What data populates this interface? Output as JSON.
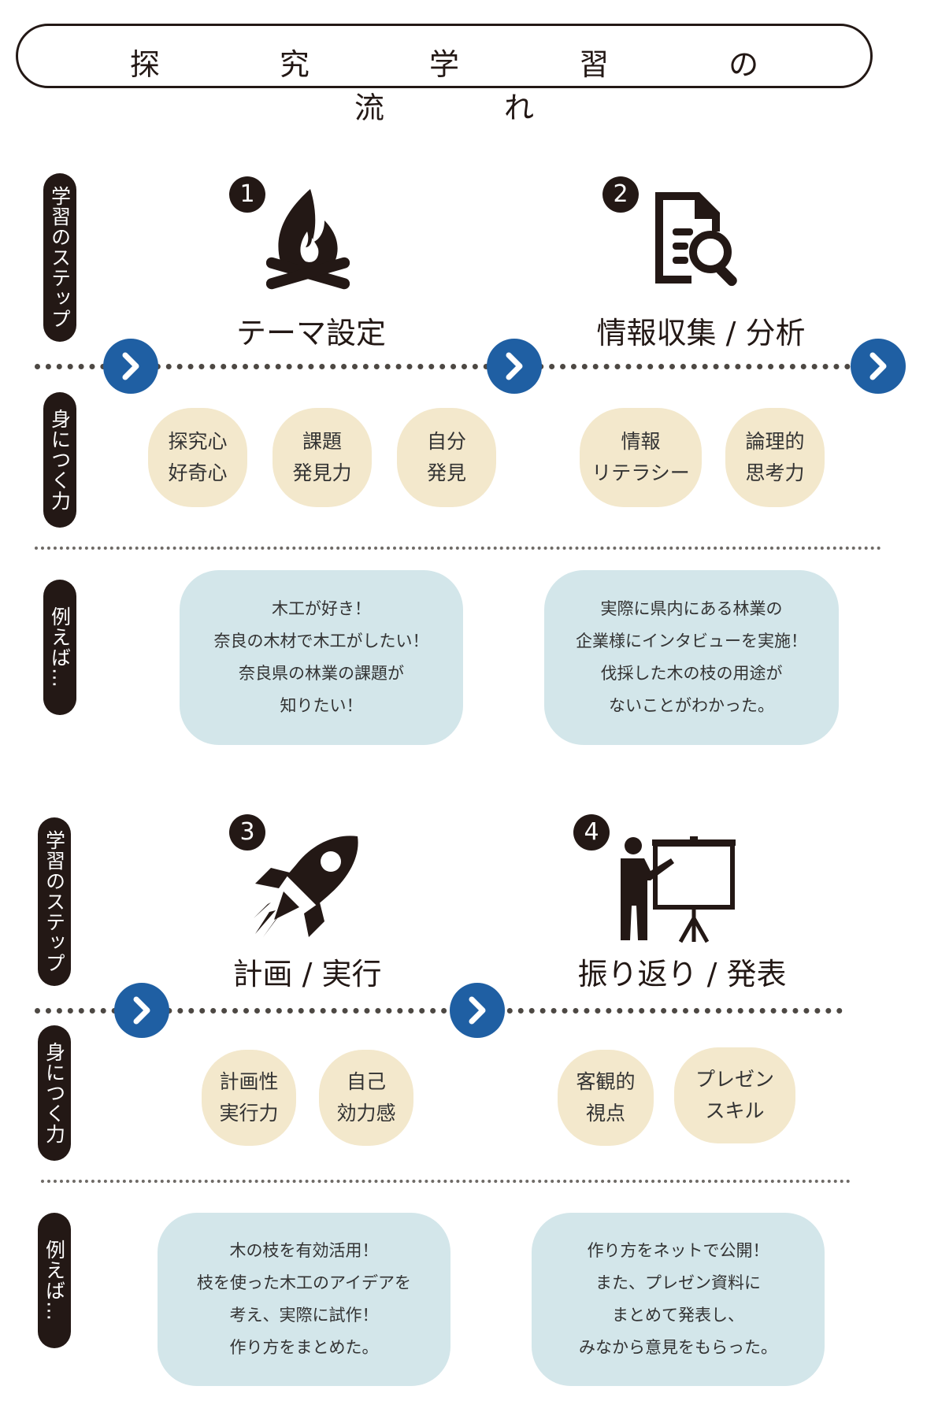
{
  "title": "探 究 学 習 の 流 れ",
  "labels": {
    "step": "学習のステップ",
    "skill": "身につく力",
    "example": "例えば…"
  },
  "steps": [
    {
      "number": "1",
      "icon": "campfire-icon",
      "title": "テーマ設定",
      "skills": [
        [
          "探究心",
          "好奇心"
        ],
        [
          "課題",
          "発見力"
        ],
        [
          "自分",
          "発見"
        ]
      ],
      "example": [
        "木工が好き！",
        "奈良の木材で木工がしたい！",
        "奈良県の林業の課題が",
        "知りたい！"
      ]
    },
    {
      "number": "2",
      "icon": "document-search-icon",
      "title": "情報収集 / 分析",
      "skills": [
        [
          "情報",
          "リテラシー"
        ],
        [
          "論理的",
          "思考力"
        ]
      ],
      "example": [
        "実際に県内にある林業の",
        "企業様にインタビューを実施！",
        "伐採した木の枝の用途が",
        "ないことがわかった。"
      ]
    },
    {
      "number": "3",
      "icon": "rocket-icon",
      "title": "計画 / 実行",
      "skills": [
        [
          "計画性",
          "実行力"
        ],
        [
          "自己",
          "効力感"
        ]
      ],
      "example": [
        "木の枝を有効活用！",
        "枝を使った木工のアイデアを",
        "考え、実際に試作！",
        "作り方をまとめた。"
      ]
    },
    {
      "number": "4",
      "icon": "presentation-icon",
      "title": "振り返り / 発表",
      "skills": [
        [
          "客観的",
          "視点"
        ],
        [
          "プレゼン",
          "スキル"
        ]
      ],
      "example": [
        "作り方をネットで公開！",
        "また、プレゼン資料に",
        "まとめて発表し、",
        "みなから意見をもらった。"
      ]
    }
  ],
  "colors": {
    "dark": "#231815",
    "arrow": "#1f5fa3",
    "skill_bg": "#f3e8cc",
    "example_bg": "#d3e6ea"
  }
}
